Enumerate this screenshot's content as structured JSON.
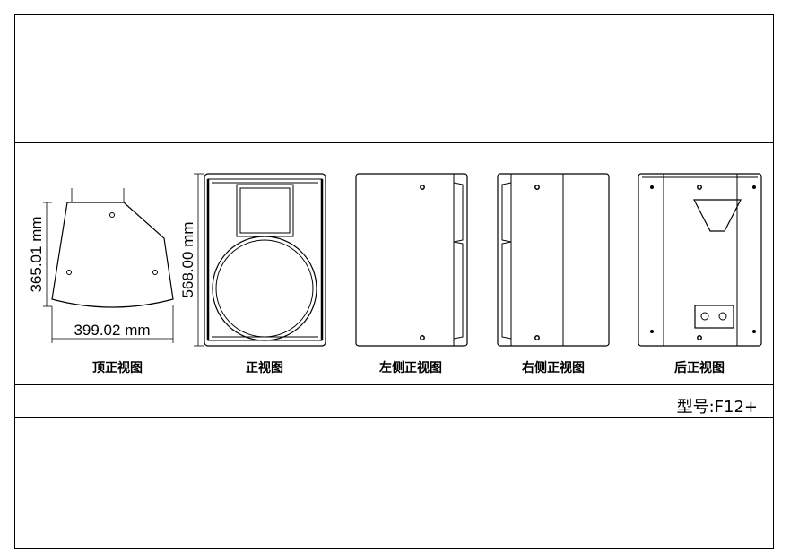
{
  "drawing": {
    "dimensions": {
      "top_depth": "365.01 mm",
      "top_width": "399.02 mm",
      "front_height": "568.00 mm"
    },
    "captions": {
      "top": "顶正视图",
      "front": "正视图",
      "left_side": "左侧正视图",
      "right_side": "右侧正视图",
      "rear": "后正视图"
    },
    "model": "型号:F12+"
  }
}
